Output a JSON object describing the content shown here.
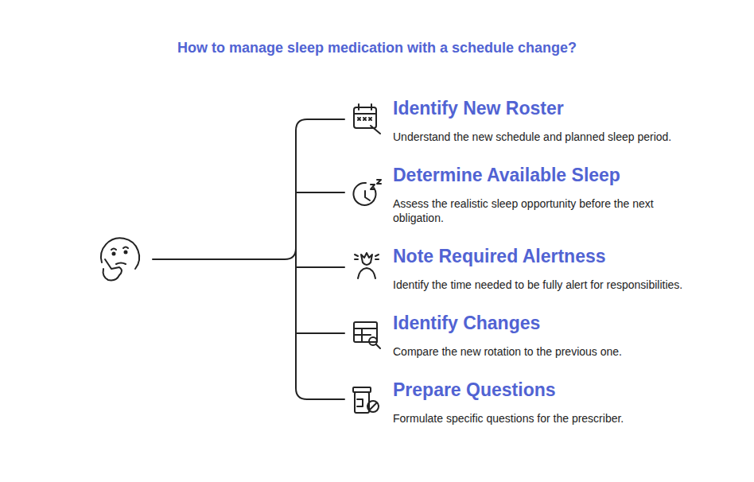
{
  "diagram": {
    "title": "How to manage sleep medication with a schedule change?",
    "nodes": [
      {
        "text": [
          "Identify New Roster",
          "Understand the new schedule and planned sleep period."
        ]
      },
      {
        "text": [
          "Determine Available Sleep",
          "Assess the realistic sleep opportunity before the next obligation."
        ]
      },
      {
        "text": [
          "Note Required Alertness",
          "Identify the time needed to be fully alert for responsibilities."
        ]
      },
      {
        "text": [
          "Identify Changes",
          "Compare the new rotation to the previous one."
        ]
      },
      {
        "text": [
          "Prepare Questions",
          "Formulate specific questions for the prescriber."
        ]
      }
    ]
  }
}
